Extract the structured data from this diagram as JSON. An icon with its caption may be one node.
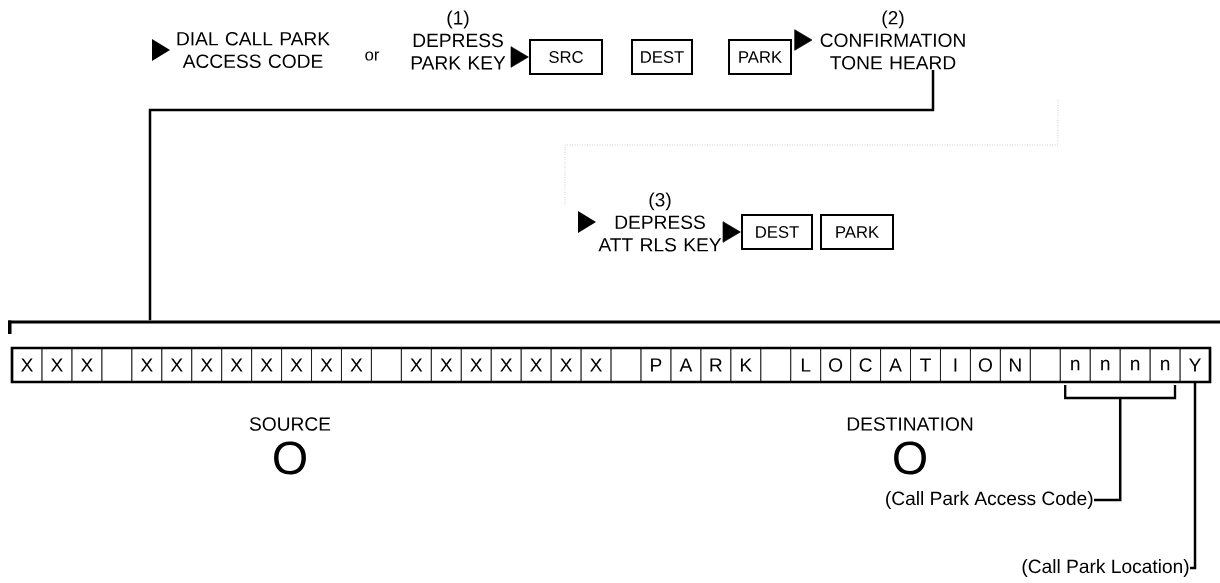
{
  "diagram": {
    "nodes": [
      {
        "text": [
          "DIAL CALL PARK ACCESS CODE"
        ]
      },
      {
        "text": [
          "(1)",
          "DEPRESS PARK KEY"
        ]
      },
      {
        "text": [
          "SRC"
        ]
      },
      {
        "text": [
          "DEST"
        ]
      },
      {
        "text": [
          "PARK"
        ]
      },
      {
        "text": [
          "(2)",
          "CONFIRMATION TONE HEARD"
        ]
      },
      {
        "text": [
          "(3)",
          "DEPRESS ATT RLS KEY"
        ]
      },
      {
        "text": [
          "DEST"
        ]
      },
      {
        "text": [
          "PARK"
        ]
      },
      {
        "text": [],
        "shape": "bar"
      },
      {
        "text": [],
        "shape": "box"
      },
      {
        "text": [
          "X"
        ],
        "in": 10
      },
      {
        "text": [
          "X"
        ],
        "in": 10
      },
      {
        "text": [
          "X"
        ],
        "in": 10
      },
      {
        "text": [],
        "shape": "box",
        "in": 10
      },
      {
        "text": [
          "X"
        ],
        "in": 10
      },
      {
        "text": [
          "X"
        ],
        "in": 10
      },
      {
        "text": [
          "X"
        ],
        "in": 10
      },
      {
        "text": [
          "X"
        ],
        "in": 10
      },
      {
        "text": [
          "X"
        ],
        "in": 10
      },
      {
        "text": [
          "X"
        ],
        "in": 10
      },
      {
        "text": [
          "X"
        ],
        "in": 10
      },
      {
        "text": [
          "X"
        ],
        "in": 10
      },
      {
        "text": [],
        "shape": "box",
        "in": 10
      },
      {
        "text": [
          "X"
        ],
        "in": 10
      },
      {
        "text": [
          "X"
        ],
        "in": 10
      },
      {
        "text": [
          "X"
        ],
        "in": 10
      },
      {
        "text": [
          "X"
        ],
        "in": 10
      },
      {
        "text": [
          "X"
        ],
        "in": 10
      },
      {
        "text": [
          "X"
        ],
        "in": 10
      },
      {
        "text": [
          "X"
        ],
        "in": 10
      },
      {
        "text": [],
        "shape": "box",
        "in": 10
      },
      {
        "text": [
          "P"
        ],
        "in": 10
      },
      {
        "text": [
          "A"
        ],
        "in": 10
      },
      {
        "text": [
          "R"
        ],
        "in": 10
      },
      {
        "text": [
          "K"
        ],
        "in": 10
      },
      {
        "text": [],
        "shape": "box",
        "in": 10
      },
      {
        "text": [
          "L"
        ],
        "in": 10
      },
      {
        "text": [
          "O"
        ],
        "in": 10
      },
      {
        "text": [
          "C"
        ],
        "in": 10
      },
      {
        "text": [
          "A"
        ],
        "in": 10
      },
      {
        "text": [
          "T"
        ],
        "in": 10
      },
      {
        "text": [
          "I"
        ],
        "in": 10
      },
      {
        "text": [
          "O"
        ],
        "in": 10
      },
      {
        "text": [
          "N"
        ],
        "in": 10
      },
      {
        "text": [],
        "shape": "box",
        "in": 10
      },
      {
        "text": [
          "n"
        ],
        "in": 10
      },
      {
        "text": [
          "n"
        ],
        "in": 10
      },
      {
        "text": [
          "n"
        ],
        "in": 10
      },
      {
        "text": [
          "n"
        ],
        "in": 10
      },
      {
        "text": [
          "Y"
        ],
        "in": 10
      },
      {
        "text": [],
        "shape": "bracket"
      },
      {
        "text": [
          "(Call Park Access Code)"
        ]
      },
      {
        "text": [
          "(Call Park Location)"
        ]
      }
    ],
    "edges": [
      {
        "from": 1,
        "to": 2,
        "arrow": "to"
      },
      {
        "from": 4,
        "to": 5,
        "arrow": "to"
      },
      {
        "from": 5,
        "to": 9,
        "arrow": "none",
        "style": "thick"
      },
      {
        "from": 6,
        "to": 7,
        "arrow": "to"
      },
      {
        "from": 52,
        "to": 51,
        "arrow": "none",
        "style": "thick"
      },
      {
        "from": 53,
        "to": 50,
        "arrow": "none",
        "style": "thick"
      }
    ],
    "labels": [
      "or",
      "SOURCE",
      "O",
      "DESTINATION",
      "O"
    ]
  }
}
